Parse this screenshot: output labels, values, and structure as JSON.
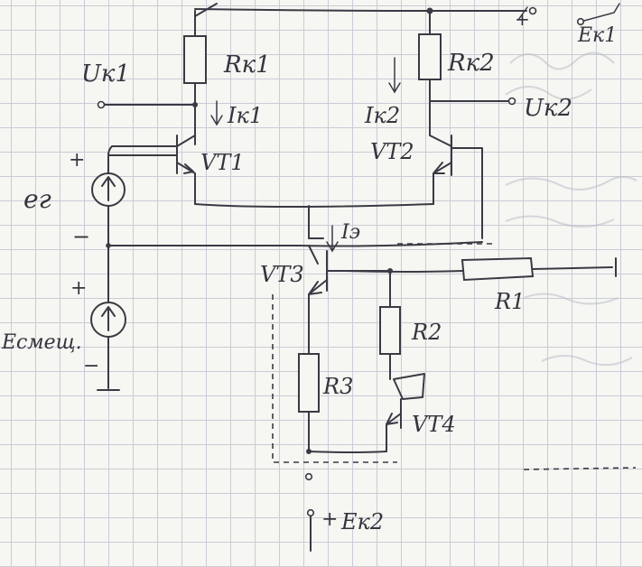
{
  "labels": {
    "rk1": "Rк1",
    "rk2": "Rк2",
    "uk1": "Uк1",
    "uk2": "Uк2",
    "ik1": "Iк1",
    "ik2": "Iк2",
    "vt1": "VT1",
    "vt2": "VT2",
    "vt3": "VT3",
    "vt4": "VT4",
    "ie": "Iэ",
    "eg": "eг",
    "esmeshch": "Eсмещ.",
    "r1": "R1",
    "r2": "R2",
    "r3": "R3",
    "ek1": "Eк1",
    "ek2": "Eк2",
    "plus_eg": "+",
    "minus_eg": "−",
    "plus_esm": "+",
    "plus_ek2": "+",
    "minus_esm": "−",
    "top_sign": "+"
  }
}
